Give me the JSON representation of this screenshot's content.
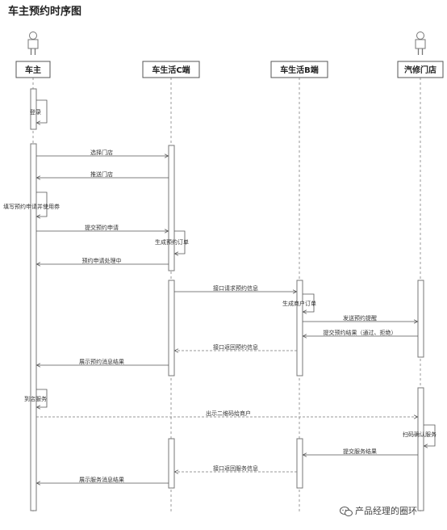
{
  "title": "车主预约时序图",
  "actors": [
    {
      "id": "owner",
      "label": "车主",
      "person": true
    },
    {
      "id": "c_end",
      "label": "车生活C端",
      "person": false
    },
    {
      "id": "b_end",
      "label": "车生活B端",
      "person": false
    },
    {
      "id": "store",
      "label": "汽修门店",
      "person": true
    }
  ],
  "messages": [
    {
      "kind": "self",
      "label": "登录"
    },
    {
      "kind": "solid",
      "label": "选择门店"
    },
    {
      "kind": "solid",
      "label": "推送门店"
    },
    {
      "kind": "self",
      "label": "填写预约申请并使用券"
    },
    {
      "kind": "solid",
      "label": "提交预约申请"
    },
    {
      "kind": "self",
      "label": "生成预约订单"
    },
    {
      "kind": "solid",
      "label": "预约申请处理中"
    },
    {
      "kind": "solid",
      "label": "接口请求预约信息"
    },
    {
      "kind": "self",
      "label": "生成商户订单"
    },
    {
      "kind": "solid",
      "label": "发送预约提醒"
    },
    {
      "kind": "solid",
      "label": "提交预约结果（通过、拒绝）"
    },
    {
      "kind": "dashed",
      "label": "接口返回预约信息"
    },
    {
      "kind": "solid",
      "label": "展示预约消息结果"
    },
    {
      "kind": "self",
      "label": "到店服务"
    },
    {
      "kind": "dashed",
      "label": "出示二维码给商户"
    },
    {
      "kind": "self",
      "label": "扫码确认服务"
    },
    {
      "kind": "solid",
      "label": "提交服务结果"
    },
    {
      "kind": "dashed",
      "label": "接口返回服务信息"
    },
    {
      "kind": "solid",
      "label": "展示服务消息结果"
    }
  ],
  "watermark": {
    "text": "产品经理的圈环",
    "icon": "wechat-icon"
  }
}
